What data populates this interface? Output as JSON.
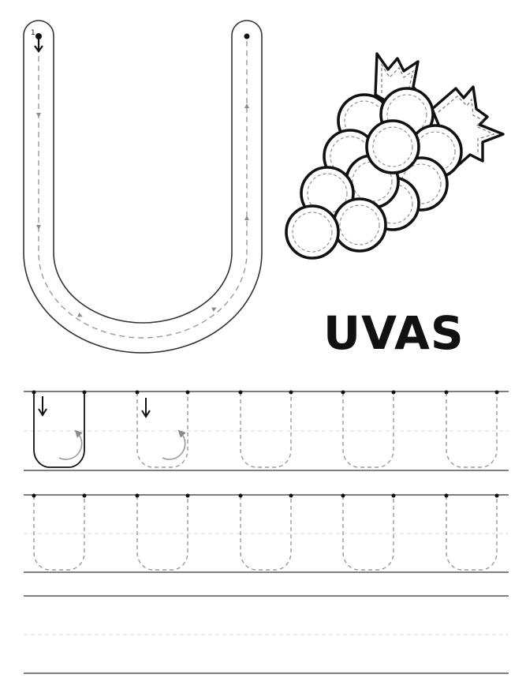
{
  "worksheet": {
    "letter": "U",
    "stroke_number": "1",
    "word": "UVAS",
    "picture": "grapes",
    "colors": {
      "ink": "#111111",
      "guide": "#8a8a8a",
      "dashed_line": "#d8d8d8",
      "rule": "#333333"
    },
    "practice_rows": [
      {
        "letters": 5,
        "solid_examples": 1,
        "guided_examples": 1
      },
      {
        "letters": 5,
        "solid_examples": 0,
        "guided_examples": 0
      },
      {
        "letters": 0,
        "solid_examples": 0,
        "guided_examples": 0
      }
    ]
  }
}
